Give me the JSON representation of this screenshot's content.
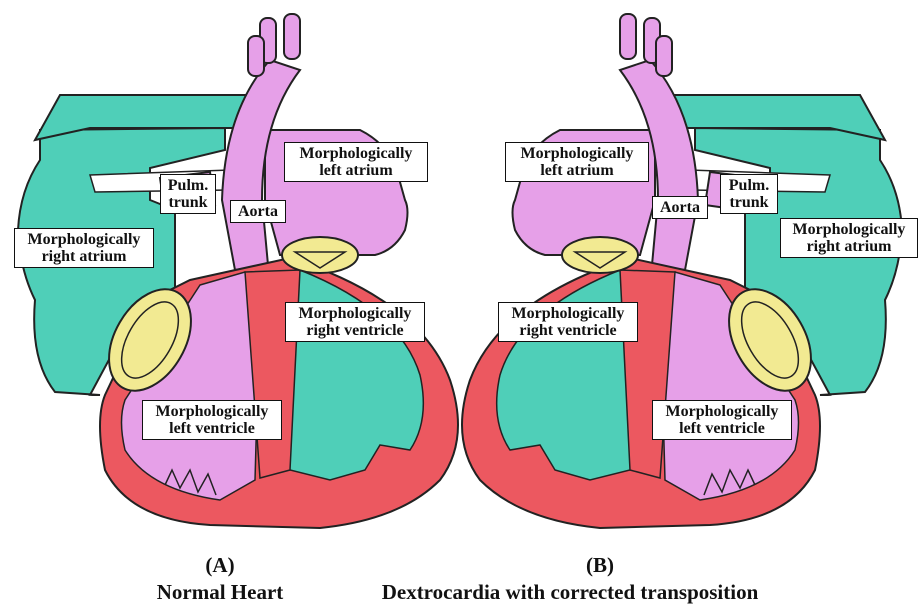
{
  "colors": {
    "atrium_right": "#4fcfb8",
    "atrium_left": "#e6a0e8",
    "ventricle_wall": "#ec5860",
    "valve": "#f2ea92",
    "outline": "#222222"
  },
  "panel_a": {
    "label": "(A)",
    "title": "Normal Heart",
    "labels": {
      "left_atrium": [
        "Morphologically",
        "left atrium"
      ],
      "pulm_trunk": [
        "Pulm.",
        "trunk"
      ],
      "aorta": "Aorta",
      "right_atrium": [
        "Morphologically",
        "right atrium"
      ],
      "right_ventricle": [
        "Morphologically",
        "right ventricle"
      ],
      "left_ventricle": [
        "Morphologically",
        "left ventricle"
      ]
    }
  },
  "panel_b": {
    "label": "(B)",
    "title": "Dextrocardia with corrected transposition",
    "labels": {
      "left_atrium": [
        "Morphologically",
        "left atrium"
      ],
      "pulm_trunk": [
        "Pulm.",
        "trunk"
      ],
      "aorta": "Aorta",
      "right_atrium": [
        "Morphologically",
        "right atrium"
      ],
      "right_ventricle": [
        "Morphologically",
        "right ventricle"
      ],
      "left_ventricle": [
        "Morphologically",
        "left ventricle"
      ]
    }
  }
}
